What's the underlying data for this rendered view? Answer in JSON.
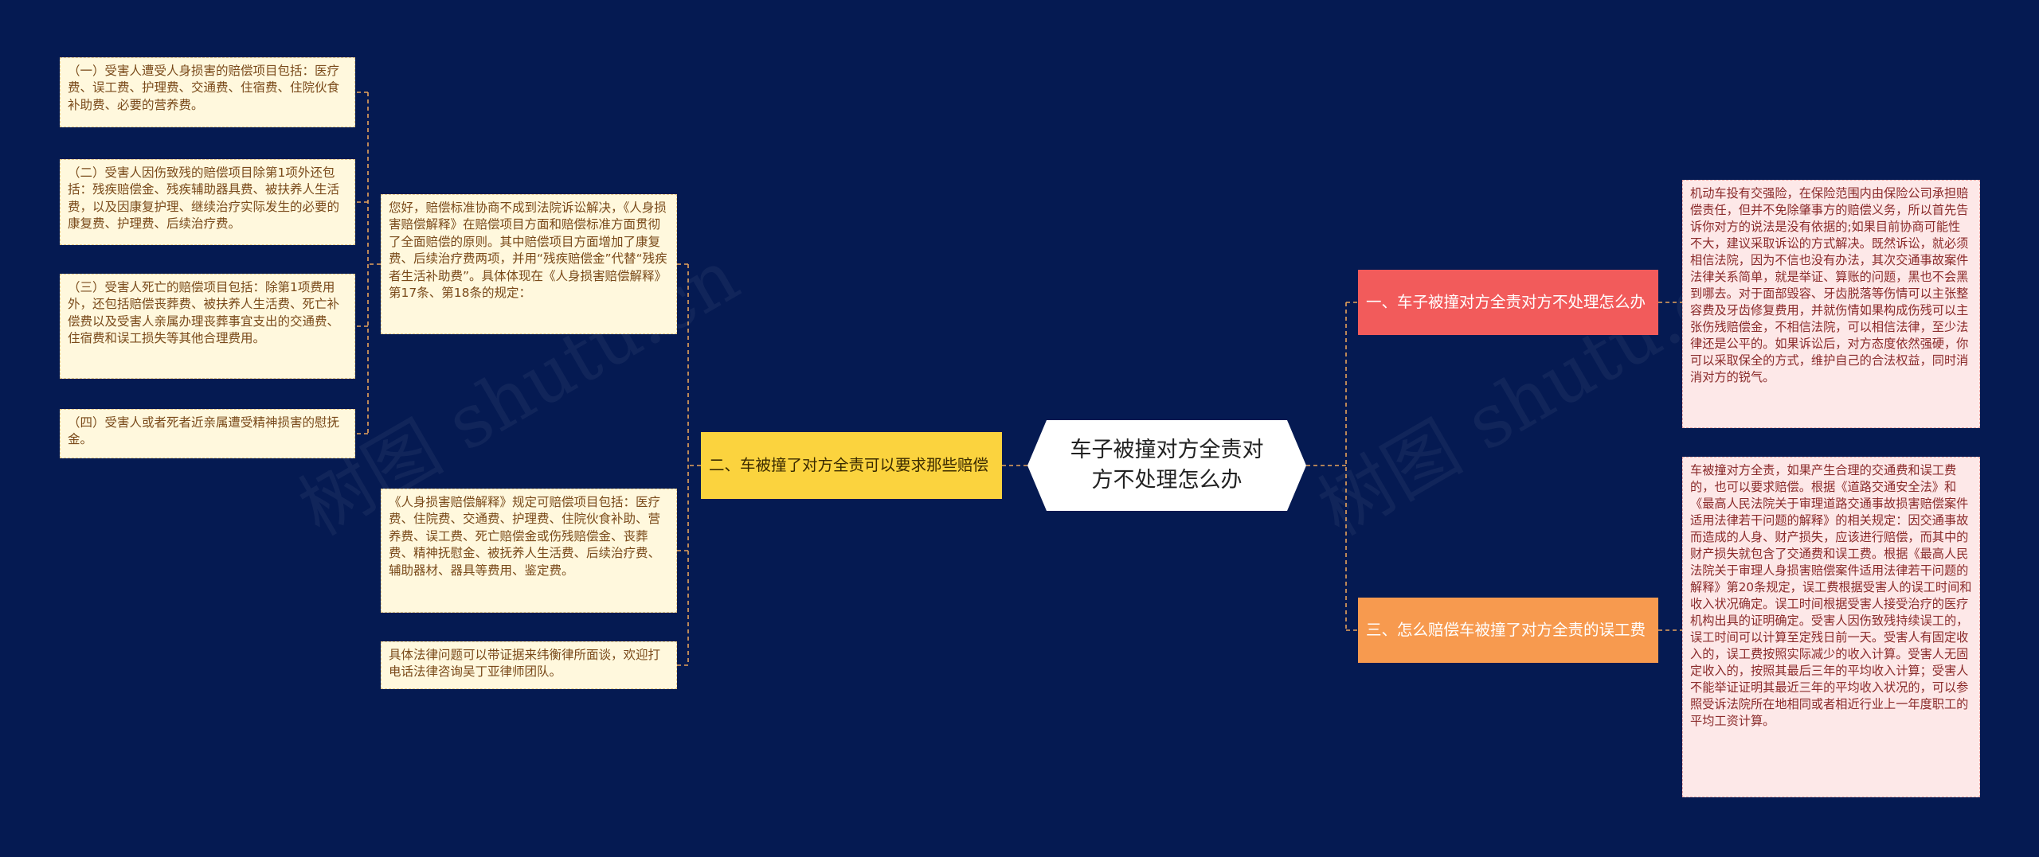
{
  "watermark": "树图 shutu.cn",
  "central": "车子被撞对方全责对方不处理怎么办",
  "branches": {
    "b1": "一、车子被撞对方全责对方不处理怎么办",
    "b2": "二、车被撞了对方全责可以要求那些赔偿",
    "b3": "三、怎么赔偿车被撞了对方全责的误工费"
  },
  "leaves": {
    "r1": "机动车投有交强险，在保险范围内由保险公司承担赔偿责任，但并不免除肇事方的赔偿义务，所以首先告诉你对方的说法是没有依据的;如果目前协商可能性不大，建议采取诉讼的方式解决。既然诉讼，就必须相信法院，因为不信也没有办法，其次交通事故案件法律关系简单，就是举证、算账的问题，黑也不会黑到哪去。对于面部毁容、牙齿脱落等伤情可以主张整容费及牙齿修复费用，并就伤情如果构成伤残可以主张伤残赔偿金，不相信法院，可以相信法律，至少法律还是公平的。如果诉讼后，对方态度依然强硬，你可以采取保全的方式，维护自己的合法权益，同时消消对方的锐气。",
    "r3": "车被撞对方全责，如果产生合理的交通费和误工费的，也可以要求赔偿。根据《道路交通安全法》和《最高人民法院关于审理道路交通事故损害赔偿案件适用法律若干问题的解释》的相关规定：因交通事故而造成的人身、财产损失，应该进行赔偿，而其中的财产损失就包含了交通费和误工费。根据《最高人民法院关于审理人身损害赔偿案件适用法律若干问题的解释》第20条规定，误工费根据受害人的误工时间和收入状况确定。误工时间根据受害人接受治疗的医疗机构出具的证明确定。受害人因伤致残持续误工的，误工时间可以计算至定残日前一天。受害人有固定收入的，误工费按照实际减少的收入计算。受害人无固定收入的，按照其最后三年的平均收入计算；受害人不能举证证明其最近三年的平均收入状况的，可以参照受诉法院所在地相同或者相近行业上一年度职工的平均工资计算。",
    "m1": "您好，赔偿标准协商不成到法院诉讼解决，《人身损害赔偿解释》在赔偿项目方面和赔偿标准方面贯彻了全面赔偿的原则。其中赔偿项目方面增加了康复费、后续治疗费两项，并用“残疾赔偿金”代替“残疾者生活补助费”。具体体现在《人身损害赔偿解释》第17条、第18条的规定：",
    "m2": "《人身损害赔偿解释》规定可赔偿项目包括：医疗费、住院费、交通费、护理费、住院伙食补助、营养费、误工费、死亡赔偿金或伤残赔偿金、丧葬费、精神抚慰金、被抚养人生活费、后续治疗费、辅助器材、器具等费用、鉴定费。",
    "m3": "具体法律问题可以带证据来纬衡律所面谈，欢迎打电话法律咨询吴丁亚律师团队。",
    "l1": "（一）受害人遭受人身损害的赔偿项目包括：医疗费、误工费、护理费、交通费、住宿费、住院伙食补助费、必要的营养费。",
    "l2": "（二）受害人因伤致残的赔偿项目除第1项外还包括：残疾赔偿金、残疾辅助器具费、被扶养人生活费，以及因康复护理、继续治疗实际发生的必要的康复费、护理费、后续治疗费。",
    "l3": "（三）受害人死亡的赔偿项目包括：除第1项费用外，还包括赔偿丧葬费、被扶养人生活费、死亡补偿费以及受害人亲属办理丧葬事宜支出的交通费、住宿费和误工损失等其他合理费用。",
    "l4": "（四）受害人或者死者近亲属遭受精神损害的慰抚金。"
  },
  "colors": {
    "background": "#051a52",
    "branch1": "#f25b5b",
    "branch2": "#fbd33e",
    "branch3": "#f79a4f",
    "leaf_yellow": "#fff8dd",
    "leaf_pink": "#fde8e8",
    "connector": "#e8a35a"
  }
}
